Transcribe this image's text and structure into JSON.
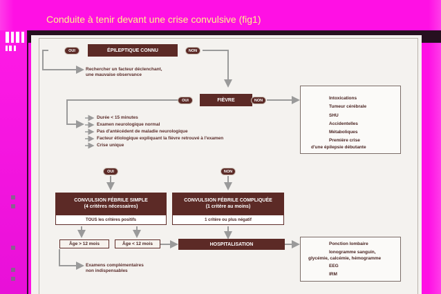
{
  "slide": {
    "title": "Conduite à tenir devant une crise convulsive (fig1)"
  },
  "colors": {
    "background": "#ff14e6",
    "title_text": "#fff38a",
    "box_dark": "#5c2a26",
    "arrow": "#9a9a9a"
  },
  "flowchart": {
    "pill_oui": "OUI",
    "pill_non": "NON",
    "epileptique": "ÉPILEPTIQUE CONNU",
    "rechercher_line1": "Rechercher un facteur déclenchant,",
    "rechercher_line2": "une mauvaise observance",
    "fievre": "FIÈVRE",
    "criteria": [
      "Durée < 15 minutes",
      "Examen neurologique normal",
      "Pas d'antécédent de maladie neurologique",
      "Facteur étiologique expliquant la fièvre retrouvé à l'examen",
      "Crise unique"
    ],
    "causes": [
      "Intoxications",
      "Tumeur cérébrale",
      "SHU",
      "Accidentelles",
      "Métaboliques",
      "Première crise",
      "d'une épilepsie débutante"
    ],
    "simple_title": "CONVULSION FÉBRILE SIMPLE",
    "simple_sub": "(4 critères nécessaires)",
    "simple_foot": "TOUS les critères positifs",
    "complex_title": "CONVULSION FÉBRILE COMPLIQUÉE",
    "complex_sub": "(1 critère au moins)",
    "complex_foot": "1 critère ou plus négatif",
    "age_gt": "Âge > 12 mois",
    "age_lt": "Âge < 12 mois",
    "hospitalisation": "HOSPITALISATION",
    "exams_line1": "Examens complémentaires",
    "exams_line2": "non indispensables",
    "tests": [
      "Ponction lombaire",
      "Ionogramme sanguin,",
      "glycémie, calcémie, hémogramme",
      "EEG",
      "IRM"
    ]
  }
}
